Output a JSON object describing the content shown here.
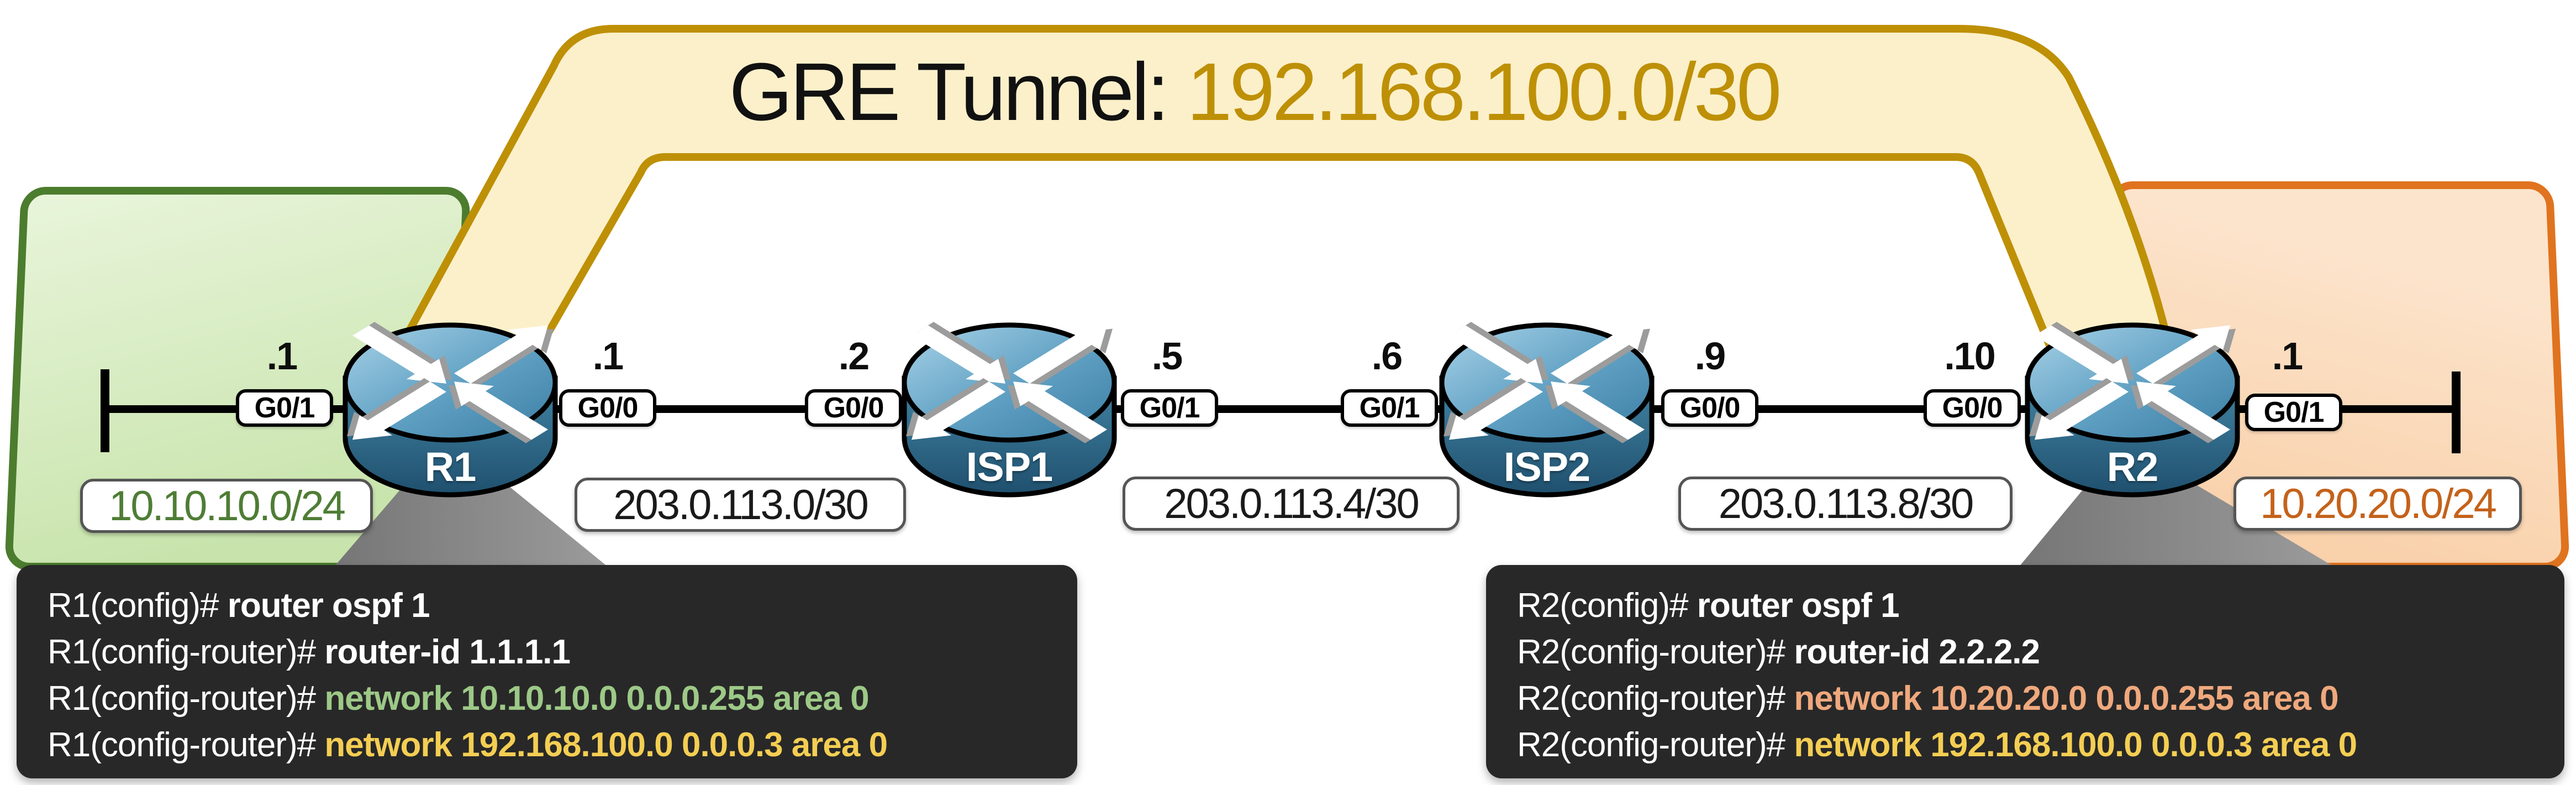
{
  "title": {
    "prefix": "GRE Tunnel: ",
    "value": "192.168.100.0/30"
  },
  "colors": {
    "tunnel_fill": "#FCF0CA",
    "tunnel_border": "#BE9006",
    "title_value_gold": "#BE9006",
    "lan_left_fill": "#D9EDC0",
    "lan_left_border": "#4C7C2E",
    "lan_left_text_green": "#4F7D35",
    "lan_right_fill": "#FBD9B6",
    "lan_right_border": "#E0731F",
    "lan_right_text_orange": "#C4621A",
    "terminal_background": "#282828",
    "command_green": "#9DC987",
    "command_yellow": "#F4CE53",
    "command_salmon": "#EFA87D",
    "router_blue": "#4E8FB3"
  },
  "routers": [
    {
      "name": "R1"
    },
    {
      "name": "ISP1"
    },
    {
      "name": "ISP2"
    },
    {
      "name": "R2"
    }
  ],
  "links": {
    "octets": [
      ".1",
      ".1",
      ".2",
      ".5",
      ".6",
      ".9",
      ".10",
      ".1"
    ],
    "interfaces": [
      "G0/1",
      "G0/0",
      "G0/0",
      "G0/1",
      "G0/1",
      "G0/0",
      "G0/0",
      "G0/1"
    ]
  },
  "networks": {
    "lan_left": "10.10.10.0/24",
    "wan1": "203.0.113.0/30",
    "wan2": "203.0.113.4/30",
    "wan3": "203.0.113.8/30",
    "lan_right": "10.20.20.0/24"
  },
  "terminals": {
    "r1": {
      "lines": [
        {
          "prompt": "R1(config)# ",
          "command": "router ospf 1",
          "color": "white"
        },
        {
          "prompt": "R1(config-router)# ",
          "command": "router-id 1.1.1.1",
          "color": "white"
        },
        {
          "prompt": "R1(config-router)# ",
          "command": "network 10.10.10.0 0.0.0.255 area 0",
          "color": "green"
        },
        {
          "prompt": "R1(config-router)# ",
          "command": "network 192.168.100.0 0.0.0.3 area 0",
          "color": "yellow"
        }
      ]
    },
    "r2": {
      "lines": [
        {
          "prompt": "R2(config)# ",
          "command": "router ospf 1",
          "color": "white"
        },
        {
          "prompt": "R2(config-router)# ",
          "command": "router-id 2.2.2.2",
          "color": "white"
        },
        {
          "prompt": "R2(config-router)# ",
          "command": "network 10.20.20.0 0.0.0.255 area 0",
          "color": "salmon"
        },
        {
          "prompt": "R2(config-router)# ",
          "command": "network 192.168.100.0 0.0.0.3 area 0",
          "color": "yellow"
        }
      ]
    }
  }
}
